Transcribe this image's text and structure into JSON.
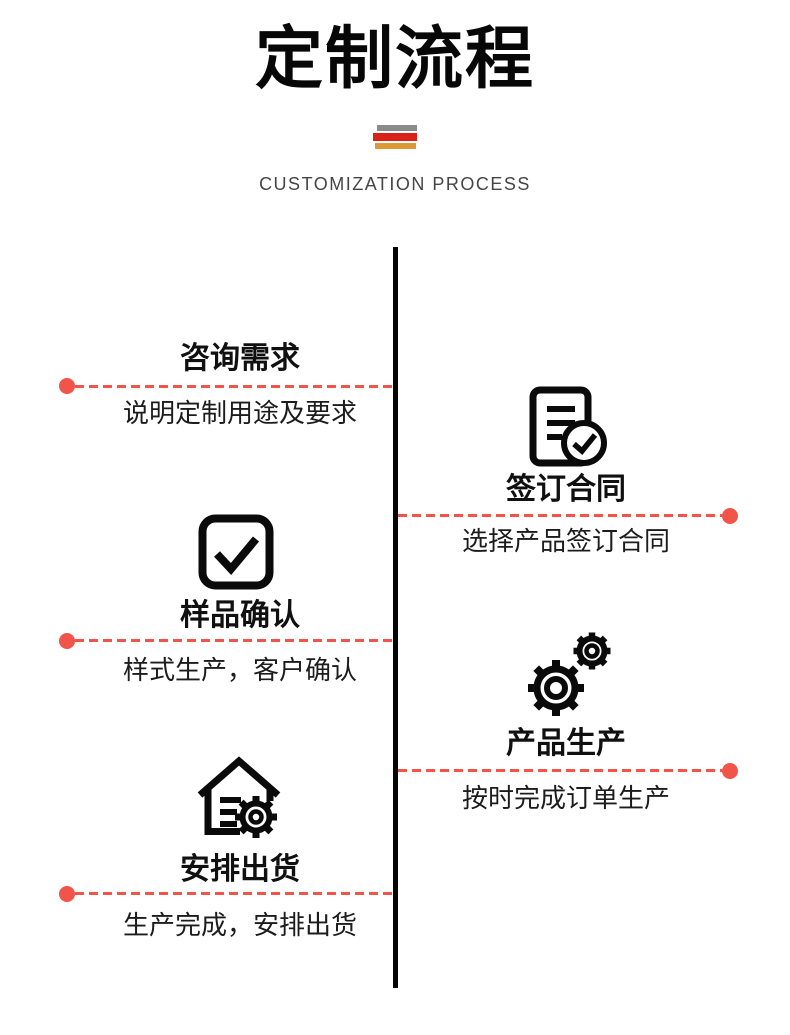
{
  "page": {
    "title": "定制流程",
    "subtitle_en": "CUSTOMIZATION PROCESS"
  },
  "divider_stripes": [
    {
      "name": "gray-stripe",
      "color": "#8a8a8a"
    },
    {
      "name": "red-stripe",
      "color": "#da2017"
    },
    {
      "name": "orange-stripe",
      "color": "#dd9933"
    }
  ],
  "colors": {
    "accent_red": "#f2544a",
    "divider_line": "#050505",
    "title_text": "#070707",
    "step_title_text": "#101010",
    "step_desc_text": "#1c1c1c",
    "subtitle_en_text": "#454545"
  },
  "steps": {
    "left": [
      {
        "title": "咨询需求",
        "desc": "说明定制用途及要求",
        "icon": null
      },
      {
        "title": "样品确认",
        "desc": "样式生产，客户确认",
        "icon": "checkbox-check-icon"
      },
      {
        "title": "安排出货",
        "desc": "生产完成，安排出货",
        "icon": "warehouse-gear-icon"
      }
    ],
    "right": [
      {
        "title": "签订合同",
        "desc": "选择产品签订合同",
        "icon": "contract-check-icon"
      },
      {
        "title": "产品生产",
        "desc": "按时完成订单生产",
        "icon": "gears-icon"
      }
    ]
  }
}
